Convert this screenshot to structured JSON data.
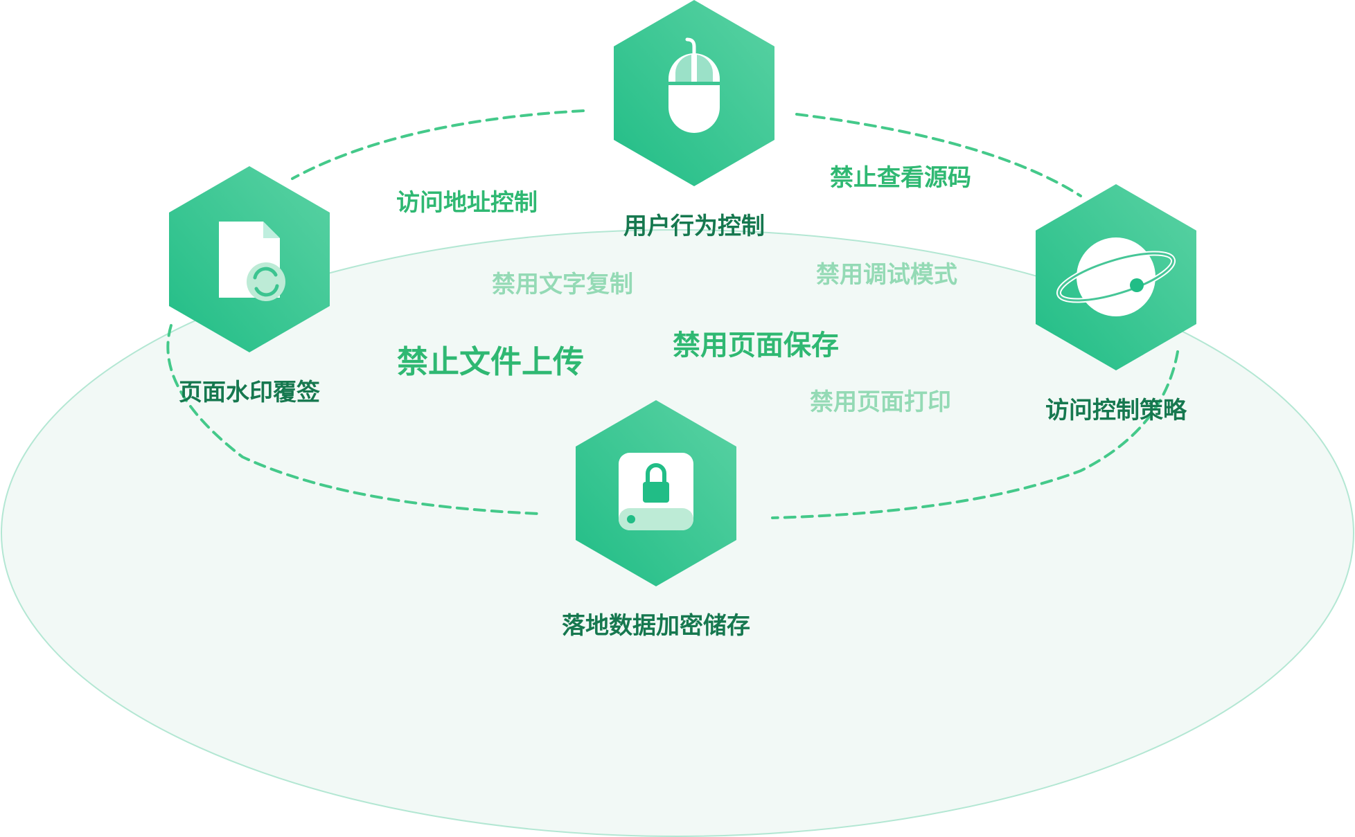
{
  "colors": {
    "hex_light": "#5ad2a3",
    "hex_dark": "#21bd86",
    "node_label": "#16784f",
    "dashed_ring": "#44c98a",
    "ellipse_fill": "#f2f9f6",
    "ellipse_stroke": "#b3e7d3",
    "feature_primary": "#2fb872",
    "feature_faded": "#94dab5"
  },
  "nodes": [
    {
      "id": "user-behavior",
      "label": "用户行为控制",
      "icon": "mouse-icon"
    },
    {
      "id": "page-watermark",
      "label": "页面水印覆签",
      "icon": "document-refresh-icon"
    },
    {
      "id": "access-policy",
      "label": "访问控制策略",
      "icon": "planet-icon"
    },
    {
      "id": "local-encryption",
      "label": "落地数据加密储存",
      "icon": "locked-drive-icon"
    }
  ],
  "features": [
    {
      "id": "access-address",
      "text": "访问地址控制",
      "emphasis": "primary"
    },
    {
      "id": "no-view-source",
      "text": "禁止查看源码",
      "emphasis": "primary"
    },
    {
      "id": "no-copy-text",
      "text": "禁用文字复制",
      "emphasis": "faded"
    },
    {
      "id": "no-debug",
      "text": "禁用调试模式",
      "emphasis": "faded"
    },
    {
      "id": "no-upload",
      "text": "禁止文件上传",
      "emphasis": "primary"
    },
    {
      "id": "no-save-page",
      "text": "禁用页面保存",
      "emphasis": "primary"
    },
    {
      "id": "no-print",
      "text": "禁用页面打印",
      "emphasis": "faded"
    }
  ]
}
